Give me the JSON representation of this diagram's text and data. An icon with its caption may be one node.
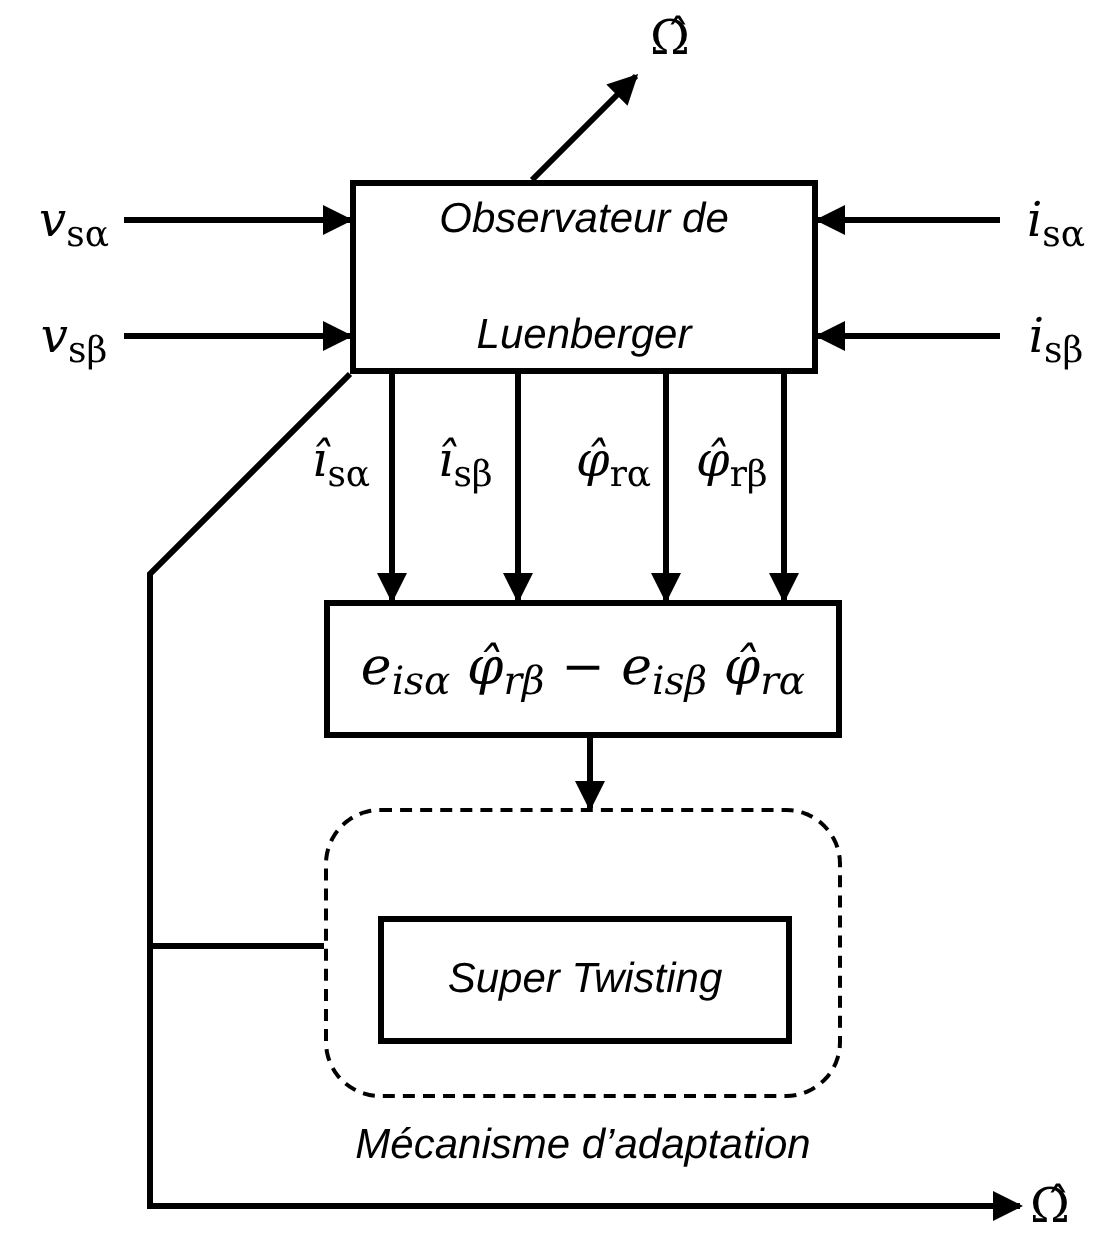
{
  "diagram": {
    "nodes": [
      {
        "text": [
          "Observateur de Luenberger"
        ]
      },
      {
        "text": [
          "*e*$_{isα}$ *φ̂*$_{rβ}$ − *e*$_{isβ}$ *φ̂*$_{rα}$"
        ]
      },
      {
        "text": [],
        "shape": "box",
        "beside": [
          "Mécanisme d’adaptation"
        ]
      },
      {
        "text": [
          "Super Twisting"
        ],
        "in": 2
      },
      {
        "text": [
          "*v*$_{sα}$"
        ]
      },
      {
        "text": [
          "*v*$_{sβ}$"
        ]
      },
      {
        "text": [
          "*i*$_{sα}$"
        ]
      },
      {
        "text": [
          "*i*$_{sβ}$"
        ]
      },
      {
        "text": [
          "Ω̂"
        ]
      },
      {
        "text": [
          "Ω̂"
        ]
      }
    ],
    "edges": [
      {
        "from": 4,
        "to": 0,
        "arrow": "to"
      },
      {
        "from": 5,
        "to": 0,
        "arrow": "to"
      },
      {
        "from": 6,
        "to": 0,
        "arrow": "to"
      },
      {
        "from": 7,
        "to": 0,
        "arrow": "to"
      },
      {
        "from": 0,
        "to": 8,
        "arrow": "to"
      },
      {
        "from": 0,
        "to": 1,
        "arrow": "to",
        "label": "*î*$_{sα}$"
      },
      {
        "from": 0,
        "to": 1,
        "arrow": "to",
        "label": "*î*$_{sβ}$"
      },
      {
        "from": 0,
        "to": 1,
        "arrow": "to",
        "label": "*φ̂*$_{rα}$"
      },
      {
        "from": 0,
        "to": 1,
        "arrow": "to",
        "label": "*φ̂*$_{rβ}$"
      },
      {
        "from": 1,
        "to": 2,
        "arrow": "to"
      },
      {
        "from": 2,
        "to": 9,
        "arrow": "to"
      },
      {
        "from": 2,
        "to": 0,
        "arrow": "none"
      }
    ]
  }
}
